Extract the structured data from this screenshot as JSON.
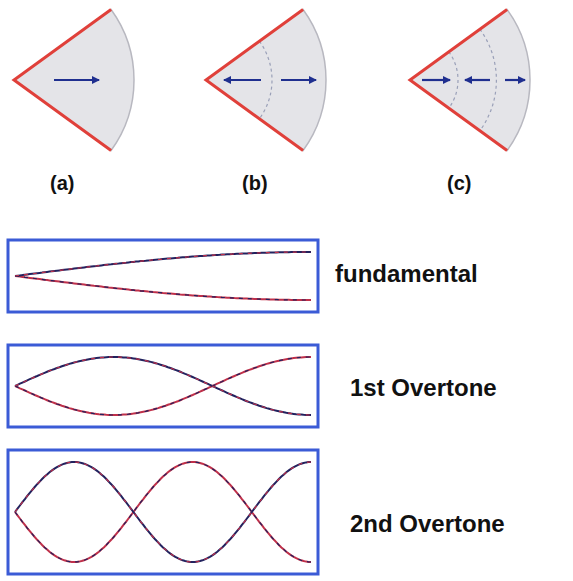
{
  "diagram": {
    "labels": [
      "(a)",
      "(b)",
      "(c)",
      "fundamental",
      "1st Overtone",
      "2nd Overtone"
    ]
  }
}
